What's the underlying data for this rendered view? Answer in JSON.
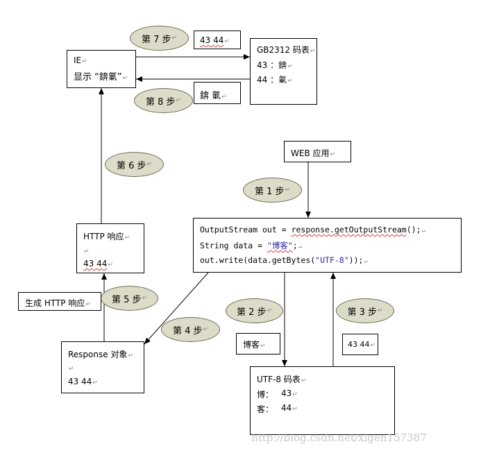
{
  "step_labels": {
    "s1": "第 1 步",
    "s2": "第 2 步",
    "s3": "第 3 步",
    "s4": "第 4 步",
    "s5": "第 5 步",
    "s6": "第 6 步",
    "s7": "第 7 步",
    "s8": "第 8 步"
  },
  "ie_box": {
    "line1": "IE",
    "line2": "显示 “錛氭”"
  },
  "gb_table": {
    "title": "GB2312 码表",
    "row1": "43 ：錛",
    "row2": "44 ：氭"
  },
  "bytes_top": "43   44",
  "chars_mid": "錛 氭",
  "web_app": "WEB 应用",
  "code": {
    "line1_a": "OutputStream out = ",
    "line1_b": "response.getOutputStream",
    "line1_c": "();",
    "line2_a": "String data = ",
    "line2_b": "\"博客\"",
    "line2_c": ";",
    "line3_a": "out.write(data.getBytes(",
    "line3_b": "\"UTF-8\"",
    "line3_c": "));"
  },
  "http_response": {
    "title": "HTTP 响应",
    "bytes": "43   44"
  },
  "gen_http": "生成 HTTP 响应",
  "response_obj": {
    "title": "Response 对象",
    "bytes": "43    44"
  },
  "chars_bottom": "博客",
  "bytes_bottom": "43 44",
  "utf8_table": {
    "title": "UTF-8 码表",
    "row1_char": "博：",
    "row1_val": "43",
    "row2_char": "客：",
    "row2_val": "44"
  },
  "watermark": "http://blog.csdn.net/xlgen157387",
  "colors": {
    "ellipse_fill": "#dcdcc8",
    "string_literal": "#2a2aa8",
    "watermark": "#c7c7c7"
  }
}
